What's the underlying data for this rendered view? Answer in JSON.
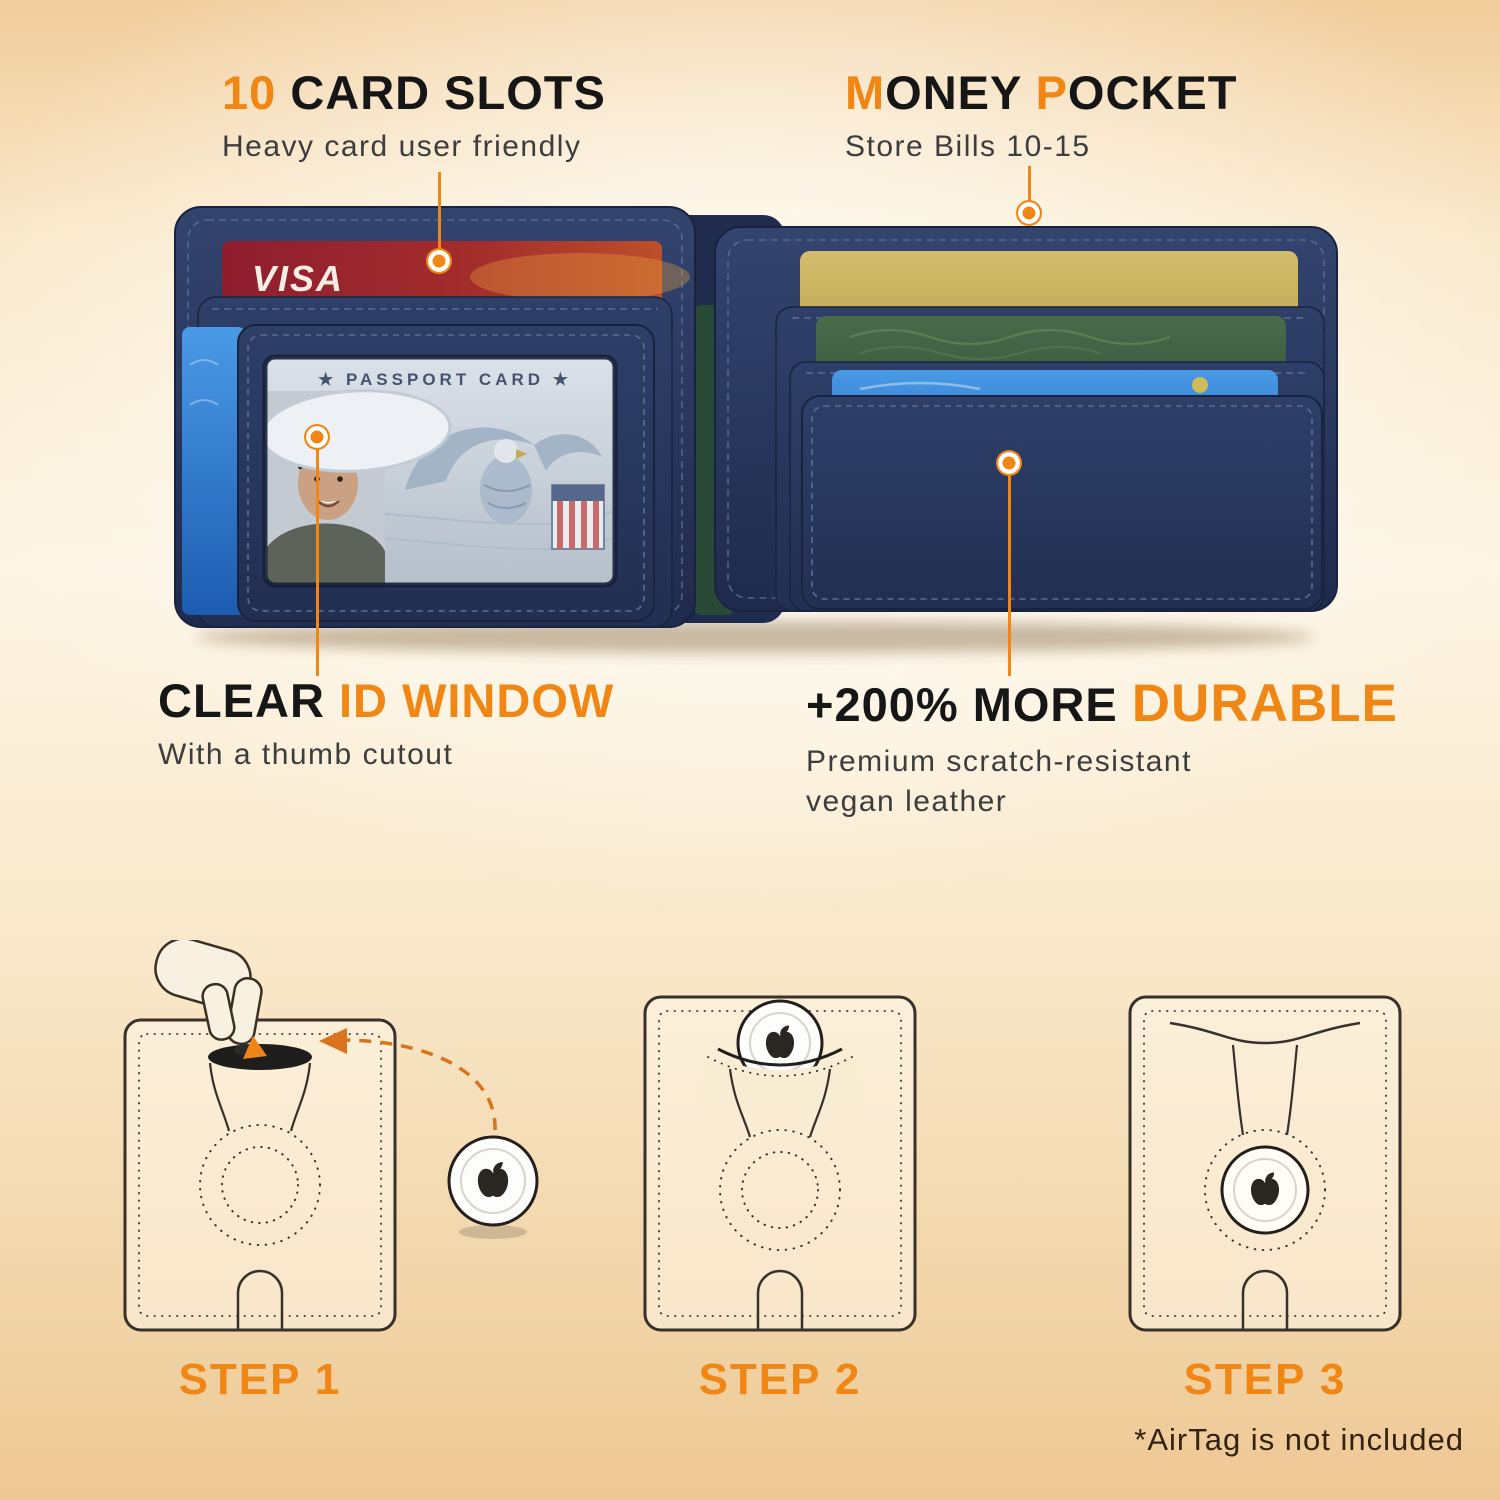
{
  "annotations": {
    "card_slots": {
      "number": "10",
      "title": " CARD SLOTS",
      "subtitle": "Heavy card user friendly"
    },
    "money_pocket": {
      "m": "M",
      "oney": "ONEY ",
      "p": "P",
      "ocket": "OCKET",
      "subtitle": "Store Bills 10-15"
    },
    "id_window": {
      "prefix": "CLEAR ",
      "highlight": "ID WINDOW",
      "subtitle": "With a thumb cutout"
    },
    "durable": {
      "prefix": "+200% MORE ",
      "highlight": "DURABLE",
      "subtitle_line1": "Premium scratch-resistant",
      "subtitle_line2": "vegan leather"
    }
  },
  "wallet": {
    "visa_label": "VISA",
    "passport_label": "★ PASSPORT CARD ★"
  },
  "steps": [
    {
      "label": "STEP 1"
    },
    {
      "label": "STEP 2"
    },
    {
      "label": "STEP 3"
    }
  ],
  "footnote": "*AirTag is not included",
  "colors": {
    "accent": "#F08614",
    "navy": "#2B3A61"
  }
}
